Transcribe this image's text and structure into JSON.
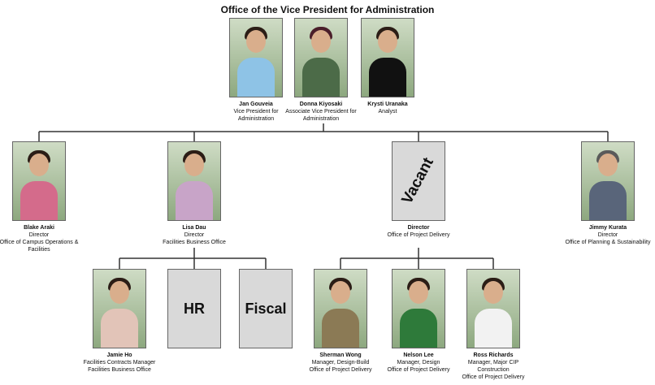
{
  "title": "Office of the Vice President for Administration",
  "people": {
    "jan": {
      "name": "Jan Gouveia",
      "role": "Vice President for Administration"
    },
    "donna": {
      "name": "Donna Kiyosaki",
      "role": "Associate Vice President for Administration"
    },
    "krysti": {
      "name": "Krysti Uranaka",
      "role": "Analyst"
    },
    "blake": {
      "name": "Blake Araki",
      "role": "Director",
      "dept": "Office of Campus Operations & Facilities"
    },
    "lisa": {
      "name": "Lisa Dau",
      "role": "Director",
      "dept": "Facilities Business Office"
    },
    "vacant": {
      "label": "Vacant",
      "name": "Director",
      "dept": "Office of Project Delivery"
    },
    "jimmy": {
      "name": "Jimmy Kurata",
      "role": "Director",
      "dept": "Office of Planning & Sustainability"
    },
    "jamie": {
      "name": "Jamie Ho",
      "role": "Facilities Contracts Manager",
      "dept": "Facilities Business Office"
    },
    "hr": {
      "label": "HR"
    },
    "fiscal": {
      "label": "Fiscal"
    },
    "sherman": {
      "name": "Sherman Wong",
      "role": "Manager, Design-Build",
      "dept": "Office of Project Delivery"
    },
    "nelson": {
      "name": "Nelson Lee",
      "role": "Manager, Design",
      "dept": "Office of Project Delivery"
    },
    "ross": {
      "name": "Ross Richards",
      "role": "Manager, Major CIP Construction",
      "dept": "Office of Project Delivery"
    }
  },
  "colors": {
    "line": "#333333",
    "box": "#d9d9d9"
  }
}
